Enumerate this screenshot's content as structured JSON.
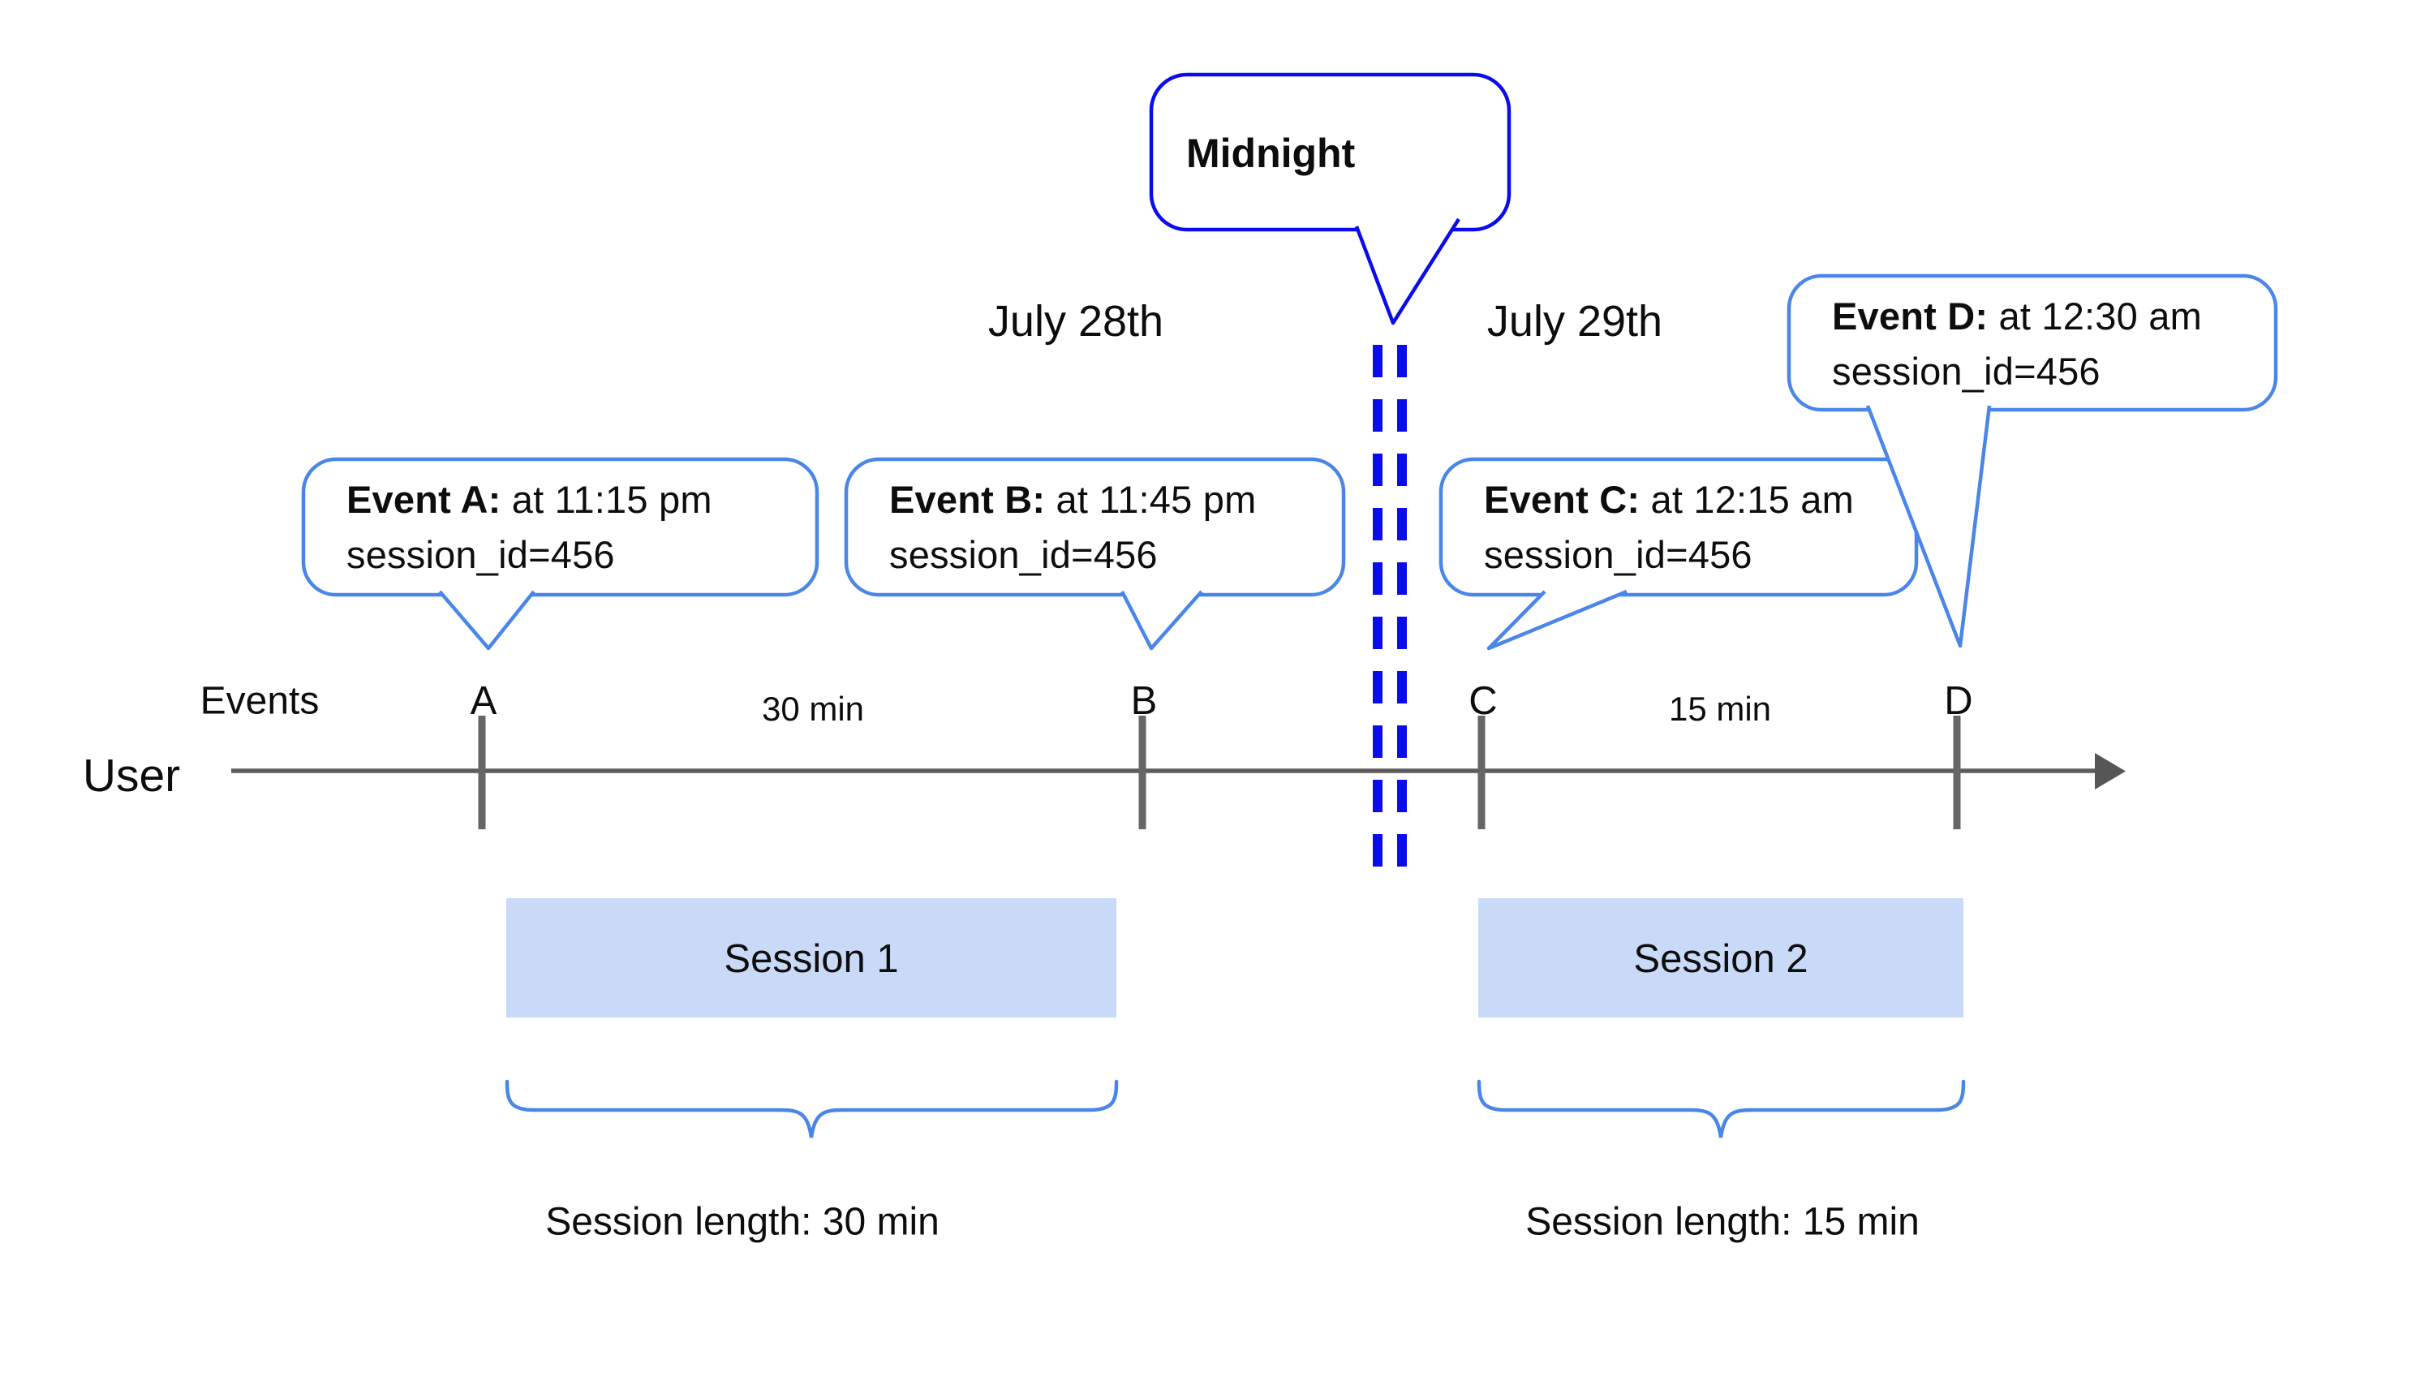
{
  "palette": {
    "callout_border_blue": "#4a86e8",
    "midnight_blue": "#0b0bef",
    "axis_gray": "#5c5c5c",
    "session_fill": "#c9daf8"
  },
  "midnight": {
    "label": "Midnight"
  },
  "dates": {
    "left": "July 28th",
    "right": "July 29th"
  },
  "axis": {
    "events_label": "Events",
    "user_label": "User"
  },
  "events": [
    {
      "label": "A",
      "callout_bold": "Event A:",
      "callout_rest": " at 11:15 pm",
      "callout_line2": "session_id=456"
    },
    {
      "label": "B",
      "callout_bold": "Event B:",
      "callout_rest": " at 11:45 pm",
      "callout_line2": "session_id=456"
    },
    {
      "label": "C",
      "callout_bold": "Event C:",
      "callout_rest": " at 12:15 am",
      "callout_line2": "session_id=456"
    },
    {
      "label": "D",
      "callout_bold": "Event D:",
      "callout_rest": " at 12:30 am",
      "callout_line2": "session_id=456"
    }
  ],
  "gaps": [
    {
      "label": "30 min"
    },
    {
      "label": "15 min"
    }
  ],
  "sessions": [
    {
      "label": "Session 1",
      "length_label": "Session length: 30 min"
    },
    {
      "label": "Session 2",
      "length_label": "Session length: 15 min"
    }
  ]
}
